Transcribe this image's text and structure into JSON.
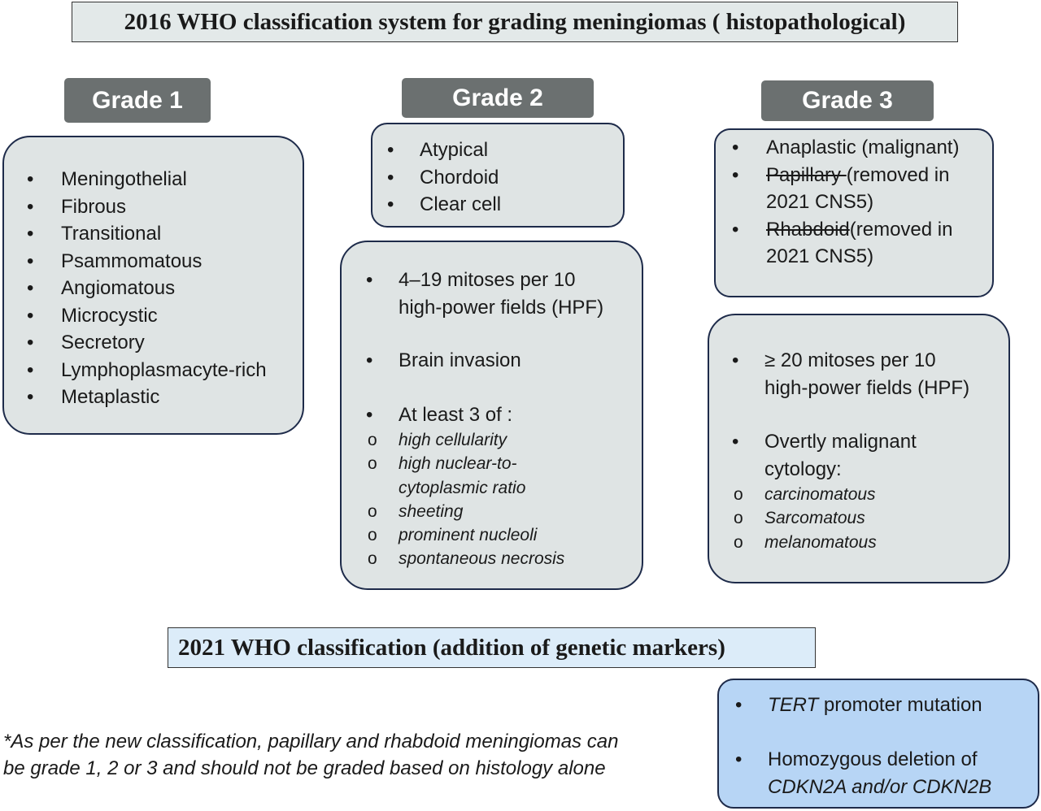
{
  "header": {
    "title": "2016 WHO classification system for grading meningiomas ( histopathological)"
  },
  "grade1": {
    "label": "Grade 1",
    "items": [
      "Meningothelial",
      "Fibrous",
      "Transitional",
      "Psammomatous",
      "Angiomatous",
      "Microcystic",
      "Secretory",
      "Lymphoplasmacyte-rich",
      "Metaplastic"
    ]
  },
  "grade2": {
    "label": "Grade 2",
    "subtypes": [
      "Atypical",
      "Chordoid",
      "Clear cell"
    ],
    "criteria": {
      "mitoses_l1": "4–19 mitoses per 10",
      "mitoses_l2": "high-power fields (HPF)",
      "brain": "Brain invasion",
      "atleast": "At least 3 of :",
      "sub": [
        "high cellularity",
        "high nuclear-to-",
        "cytoplasmic ratio",
        "sheeting",
        "prominent nucleoli",
        "spontaneous necrosis"
      ]
    }
  },
  "grade3": {
    "label": "Grade 3",
    "sub1": "Anaplastic (malignant)",
    "sub2_struck": "Papillary ",
    "sub2_rest": "(removed in",
    "sub2_l2": "2021 CNS5)",
    "sub3_struck": "Rhabdoid",
    "sub3_rest": "(removed in",
    "sub3_l2": "2021 CNS5)",
    "criteria": {
      "mitoses_l1": "≥ 20 mitoses per 10",
      "mitoses_l2": "high-power fields (HPF)",
      "overt_l1": "Overtly malignant",
      "overt_l2": "cytology:",
      "sub": [
        "carcinomatous",
        "Sarcomatous",
        "melanomatous"
      ]
    }
  },
  "genetic": {
    "title": "2021 WHO classification (addition of genetic markers)",
    "tert_gene": "TERT",
    "tert_rest": " promoter mutation",
    "homo_l1": "Homozygous deletion of",
    "homo_l2": "CDKN2A and/or CDKN2B"
  },
  "footnote": {
    "l1": "*As per the new classification, papillary and rhabdoid meningiomas can",
    "l2": "be grade 1, 2 or 3 and should not be graded based on histology alone"
  },
  "symbols": {
    "bullet": "•",
    "circle": "o"
  },
  "colors": {
    "card": "#dfe4e4",
    "grade_label": "#6b7070",
    "genetic_card": "#b7d5f5",
    "border": "#1e2b4a"
  }
}
